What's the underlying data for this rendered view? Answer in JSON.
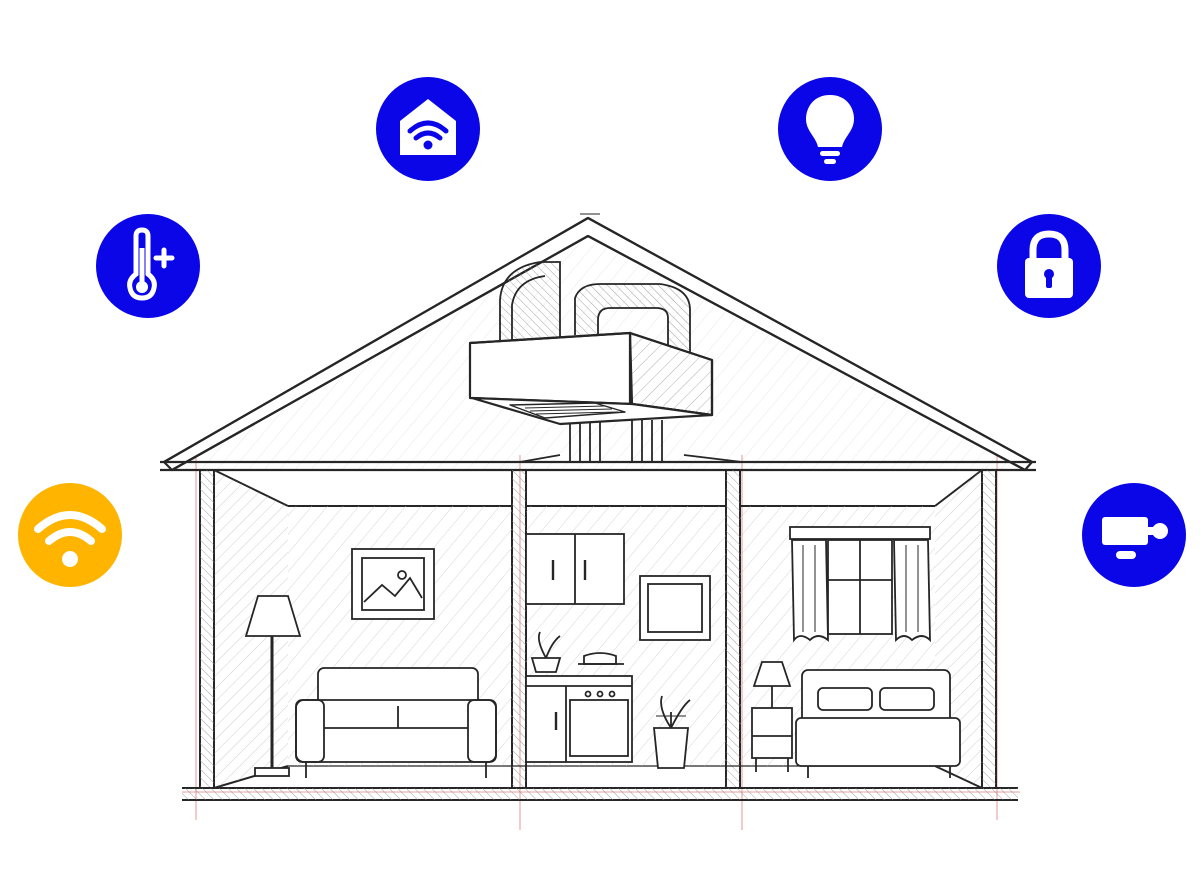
{
  "colors": {
    "icon_blue": "#0a06e8",
    "icon_yellow": "#ffb400",
    "sketch_line": "#2a2a2a",
    "hatch": "#8f8f8f",
    "guide_red": "#d24a4a",
    "background": "#ffffff"
  },
  "icons": [
    {
      "name": "smart-home-wifi-icon",
      "color": "icon_blue"
    },
    {
      "name": "light-bulb-icon",
      "color": "icon_blue"
    },
    {
      "name": "thermometer-plus-icon",
      "color": "icon_blue"
    },
    {
      "name": "padlock-icon",
      "color": "icon_blue"
    },
    {
      "name": "wifi-icon",
      "color": "icon_yellow"
    },
    {
      "name": "security-camera-icon",
      "color": "icon_blue"
    }
  ],
  "illustration": {
    "subject": "house-cross-section-sketch",
    "rooms": [
      "living-room",
      "kitchen",
      "bedroom"
    ],
    "features": [
      "attic-hvac-unit",
      "ducts",
      "sofa",
      "floor-lamp",
      "picture-frame",
      "kitchen-cabinets",
      "stove",
      "potted-plant",
      "window-with-curtains",
      "bed",
      "nightstand-lamp"
    ]
  }
}
